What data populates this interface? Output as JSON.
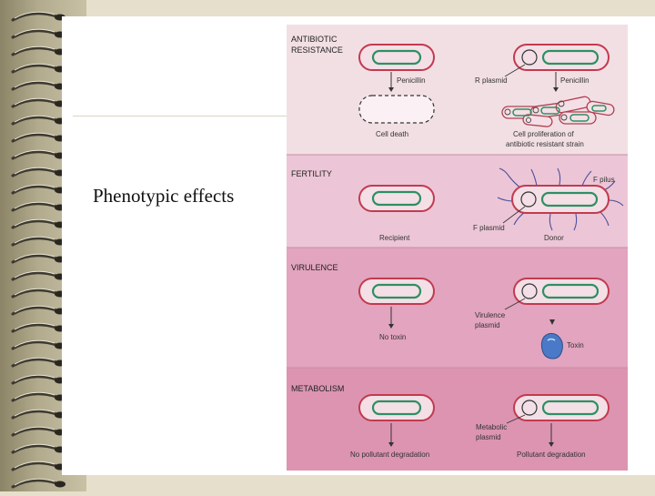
{
  "slide": {
    "title": "Phenotypic effects"
  },
  "figure": {
    "panels": [
      {
        "heading": [
          "ANTIBIOTIC",
          "RESISTANCE"
        ],
        "left_labels": [
          "Penicillin",
          "Cell death"
        ],
        "right_labels": [
          "R plasmid",
          "Penicillin",
          "Cell proliferation of",
          "antibiotic resistant strain"
        ]
      },
      {
        "heading": [
          "FERTILITY"
        ],
        "left_labels": [
          "Recipient"
        ],
        "right_labels": [
          "F pilus",
          "F plasmid",
          "Donor"
        ]
      },
      {
        "heading": [
          "VIRULENCE"
        ],
        "left_labels": [
          "No toxin"
        ],
        "right_labels": [
          "Virulence",
          "plasmid",
          "Toxin"
        ]
      },
      {
        "heading": [
          "METABOLISM"
        ],
        "left_labels": [
          "No pollutant degradation"
        ],
        "right_labels": [
          "Metabolic",
          "plasmid",
          "Pollutant degradation"
        ]
      }
    ],
    "colors": {
      "panel_1": "#f2dfe4",
      "panel_2": "#ecc6d6",
      "panel_3": "#e2a4be",
      "panel_4": "#dc94b1",
      "cell_fill": "#f4dfe6",
      "cell_outline": "#c23a4f",
      "nucleoid": "#2e8f63",
      "toxin": "#4a79c7"
    }
  }
}
